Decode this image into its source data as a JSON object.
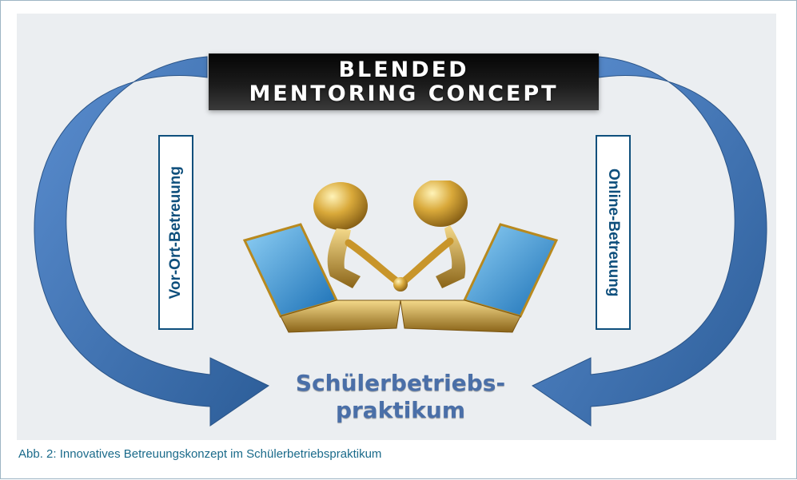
{
  "title": {
    "line1": "BLENDED",
    "line2": "MENTORING CONCEPT"
  },
  "left_label": "Vor-Ort-Betreuung",
  "right_label": "Online-Betreuung",
  "center_label": {
    "line1": "Schülerbetriebs-",
    "line2": "praktikum"
  },
  "caption": "Abb. 2: Innovatives Betreuungskonzept im Schülerbetriebspraktikum",
  "colors": {
    "arrow": "#3b6ea8",
    "box_border": "#0e4f7c",
    "center_text": "#4a6fa8",
    "caption": "#1a6a8a",
    "panel": "#ebeef1"
  },
  "icons": [
    "left-curved-arrow-icon",
    "right-curved-arrow-icon",
    "mentoring-figures-laptops-icon"
  ]
}
